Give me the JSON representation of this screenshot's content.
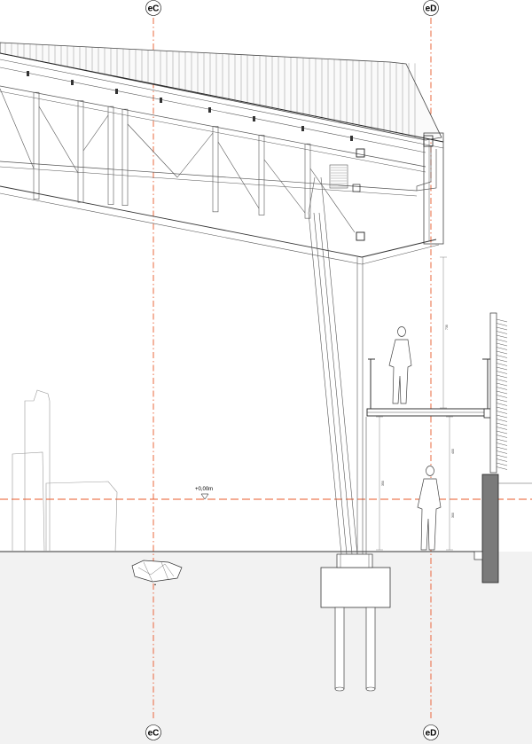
{
  "grid": {
    "axes": [
      {
        "label": "eC"
      },
      {
        "label": "eD"
      }
    ],
    "line_color": "#e8582a"
  },
  "level": {
    "label": "+0,00m",
    "line_color": "#e8582a"
  },
  "dimensions": [
    {
      "text": "730"
    },
    {
      "text": "400"
    },
    {
      "text": "350"
    },
    {
      "text": "300"
    }
  ],
  "colors": {
    "line": "#4a4a4a",
    "ground_fill": "#f2f2f2",
    "dark_wall": "#7a7a7a"
  }
}
